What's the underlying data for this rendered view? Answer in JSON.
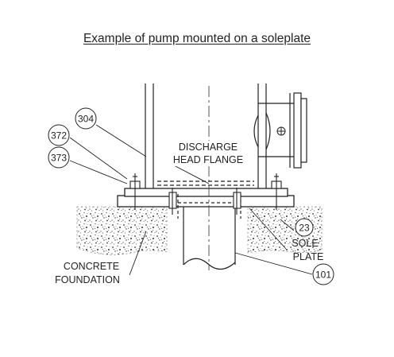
{
  "title": "Example of pump mounted on a soleplate",
  "labels": {
    "discharge_line1": "DISCHARGE",
    "discharge_line2": "HEAD FLANGE",
    "concrete_line1": "CONCRETE",
    "concrete_line2": "FOUNDATION",
    "sole_line1": "SOLE",
    "sole_line2": "PLATE"
  },
  "callouts": {
    "c304": "304",
    "c372": "372",
    "c373": "373",
    "c23": "23",
    "c101": "101"
  }
}
